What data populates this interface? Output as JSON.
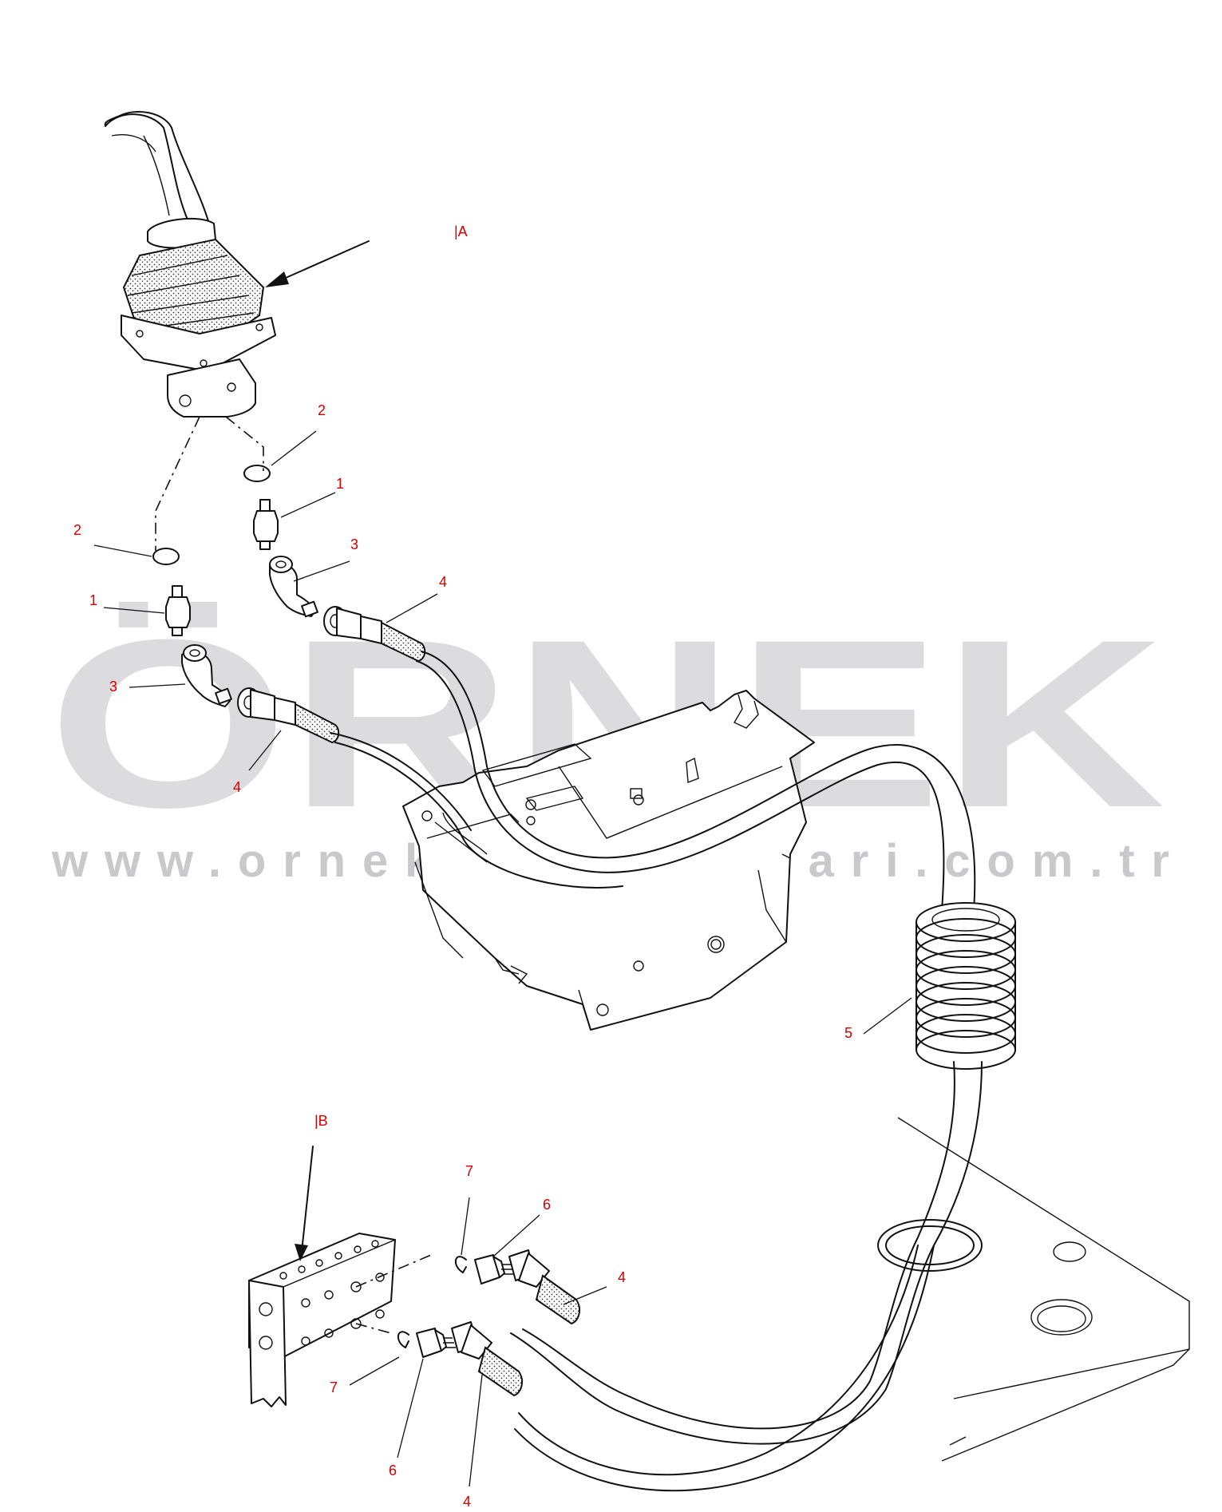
{
  "watermark": {
    "brand": "ÖRNEK",
    "url": "www.ornekismakinalari.com.tr",
    "color": "#dcdcdf"
  },
  "labels": {
    "view_a": "|A",
    "view_b": "|B",
    "part_1": "1",
    "part_2": "2",
    "part_3": "3",
    "part_4": "4",
    "part_5": "5",
    "part_6": "6",
    "part_7": "7"
  },
  "label_color": "#d40000"
}
